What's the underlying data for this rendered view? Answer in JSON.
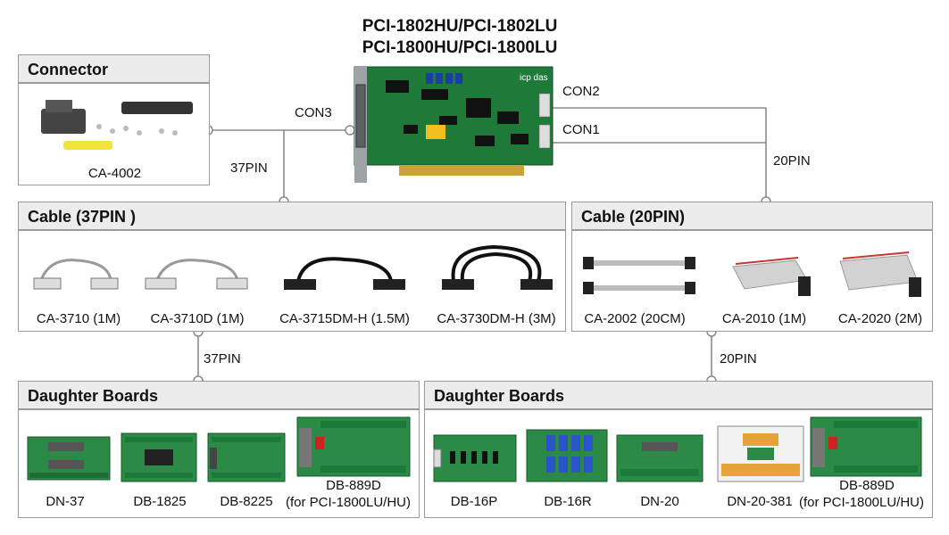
{
  "product": {
    "title_line1": "PCI-1802HU/PCI-1802LU",
    "title_line2": "PCI-1800HU/PCI-1800LU",
    "con3": "CON3",
    "con2": "CON2",
    "con1": "CON1",
    "pin37": "37PIN",
    "pin20": "20PIN",
    "board_logo": "icp das"
  },
  "connector": {
    "header": "Connector",
    "items": [
      {
        "label": "CA-4002"
      }
    ]
  },
  "cable37": {
    "header": "Cable (37PIN )",
    "items": [
      {
        "label": "CA-3710 (1M)"
      },
      {
        "label": "CA-3710D (1M)"
      },
      {
        "label": "CA-3715DM-H (1.5M)"
      },
      {
        "label": "CA-3730DM-H (3M)"
      }
    ],
    "pin_label": "37PIN"
  },
  "cable20": {
    "header": "Cable (20PIN)",
    "items": [
      {
        "label": "CA-2002 (20CM)"
      },
      {
        "label": "CA-2010 (1M)"
      },
      {
        "label": "CA-2020 (2M)"
      }
    ],
    "pin_label": "20PIN"
  },
  "daughter_left": {
    "header": "Daughter Boards",
    "items": [
      {
        "label": "DN-37"
      },
      {
        "label": "DB-1825"
      },
      {
        "label": "DB-8225"
      },
      {
        "label": "DB-889D",
        "sub": "(for PCI-1800LU/HU)"
      }
    ]
  },
  "daughter_right": {
    "header": "Daughter Boards",
    "items": [
      {
        "label": "DB-16P"
      },
      {
        "label": "DB-16R"
      },
      {
        "label": "DN-20"
      },
      {
        "label": "DN-20-381"
      },
      {
        "label": "DB-889D",
        "sub": "(for PCI-1800LU/HU)"
      }
    ]
  },
  "colors": {
    "header_bg": "#ececec",
    "border": "#9a9a9a",
    "pcb_green": "#1f7a3a",
    "line": "#8a8a8a"
  }
}
